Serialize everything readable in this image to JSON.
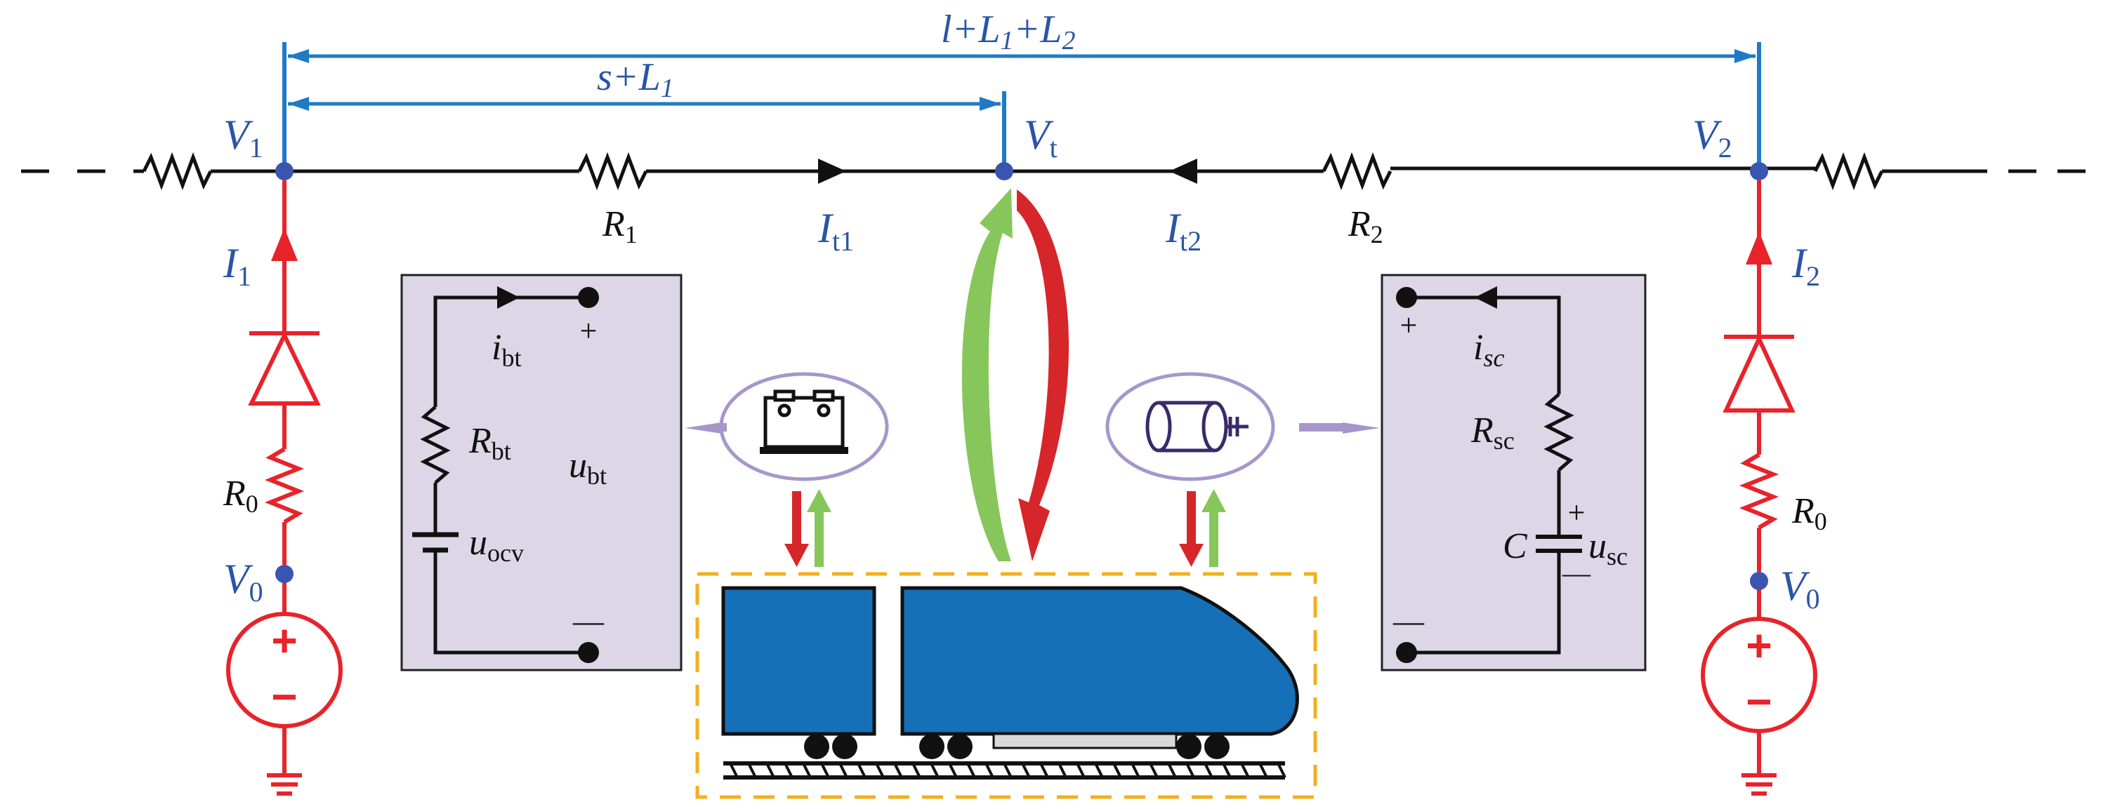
{
  "colors": {
    "rail": "#111111",
    "dimension": "#1f7ac6",
    "node": "#3a55b0",
    "substation": "#e8232a",
    "box_fill": "#dcd6e6",
    "lavender": "#a796cc",
    "green_arrow": "#86c65b",
    "red_arrow": "#d6262a",
    "train_blue": "#1570b8",
    "train_outline": "#f2b01e",
    "label_blue": "#2a55a6"
  },
  "icons": {
    "battery": "battery-icon",
    "supercap": "supercapacitor-icon",
    "train": "train-icon"
  },
  "labels": {
    "dim_total": {
      "base": "l+L",
      "s1": "1",
      "mid": "+L",
      "s2": "2"
    },
    "dim_partial": {
      "base": "s+L",
      "s1": "1"
    },
    "v1": {
      "base": "V",
      "sub": "1"
    },
    "vt": {
      "base": "V",
      "sub": "t"
    },
    "v2": {
      "base": "V",
      "sub": "2"
    },
    "r1": {
      "base": "R",
      "sub": "1"
    },
    "r2": {
      "base": "R",
      "sub": "2"
    },
    "it1": {
      "base": "I",
      "sub": "t1"
    },
    "it2": {
      "base": "I",
      "sub": "t2"
    },
    "i1": {
      "base": "I",
      "sub": "1"
    },
    "i2": {
      "base": "I",
      "sub": "2"
    },
    "r0_left": {
      "base": "R",
      "sub": "0"
    },
    "r0_right": {
      "base": "R",
      "sub": "0"
    },
    "v0_left": {
      "base": "V",
      "sub": "0"
    },
    "v0_right": {
      "base": "V",
      "sub": "0"
    },
    "src_plus": "+",
    "src_minus": "−"
  },
  "battery_box": {
    "current": {
      "base": "i",
      "sub": "bt"
    },
    "resistor": {
      "base": "R",
      "sub": "bt"
    },
    "voltage": {
      "base": "u",
      "sub": "bt"
    },
    "ocv": {
      "base": "u",
      "sub": "ocv"
    },
    "plus": "+",
    "minus": "—"
  },
  "sc_box": {
    "current": {
      "base": "i",
      "sub": "sc"
    },
    "resistor": {
      "base": "R",
      "sub": "sc"
    },
    "capacitor": "C",
    "voltage": {
      "base": "u",
      "sub": "sc"
    },
    "plus": "+",
    "minus": "—",
    "cap_plus": "+",
    "cap_minus": "—"
  }
}
